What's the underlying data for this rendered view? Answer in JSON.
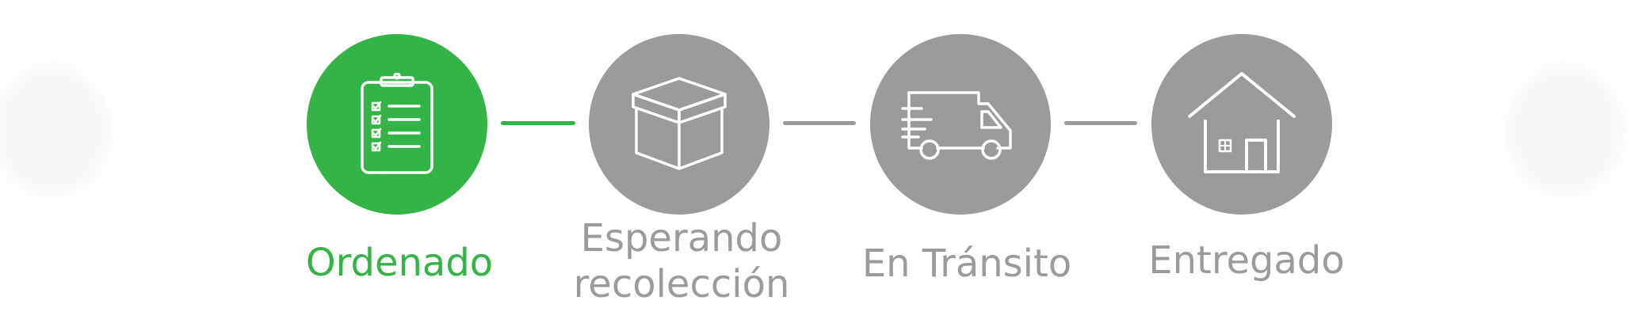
{
  "tracker": {
    "colors": {
      "active": "#34b446",
      "inactive": "#9b9b9b",
      "icon_stroke": "#ffffff"
    },
    "steps": [
      {
        "label": "Ordenado",
        "icon": "clipboard-checklist-icon",
        "status": "active"
      },
      {
        "label": "Esperando\nrecolección",
        "icon": "package-box-icon",
        "status": "inactive"
      },
      {
        "label": "En Tránsito",
        "icon": "delivery-truck-icon",
        "status": "inactive"
      },
      {
        "label": "Entregado",
        "icon": "house-icon",
        "status": "inactive"
      }
    ]
  }
}
